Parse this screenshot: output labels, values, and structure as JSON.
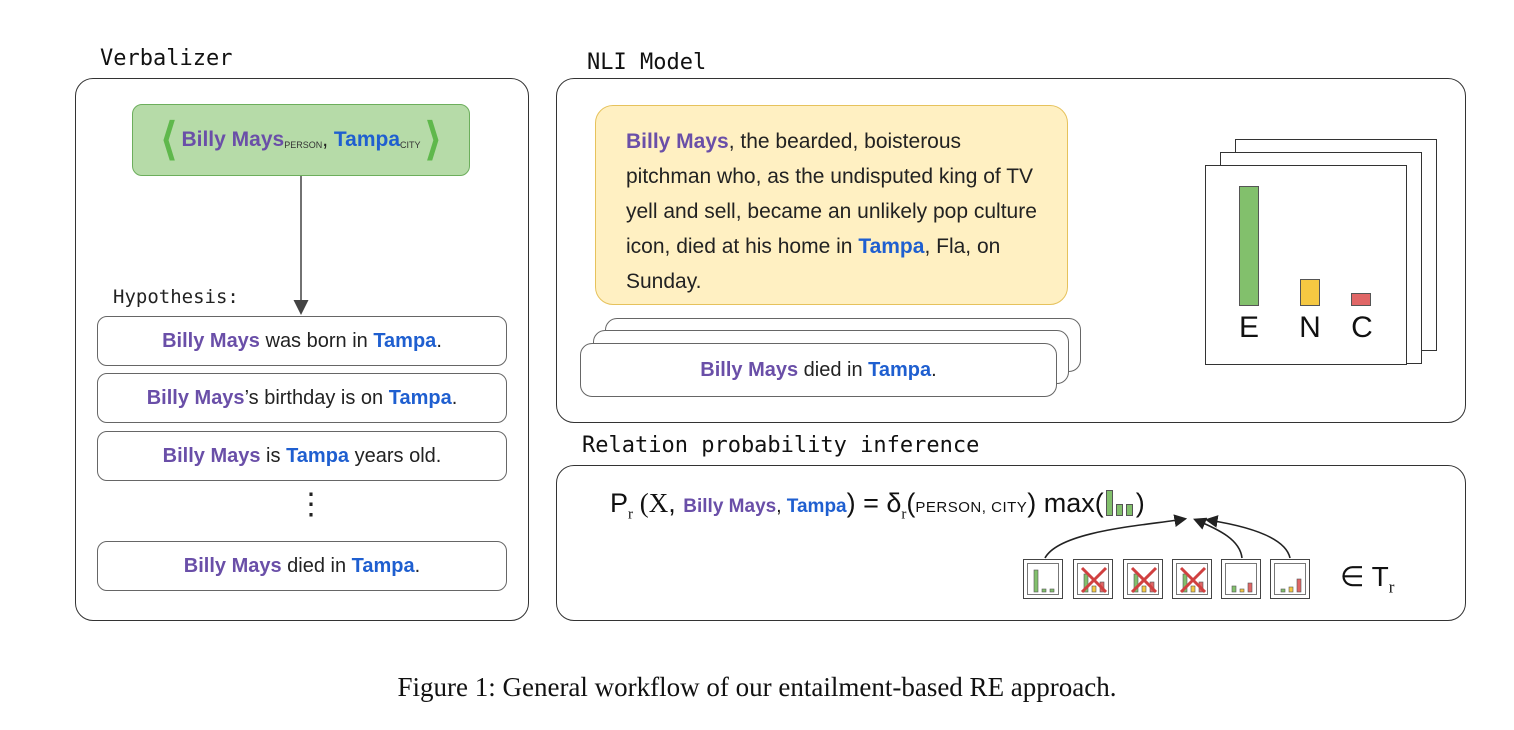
{
  "verbalizer": {
    "title": "Verbalizer",
    "input": {
      "open_bracket": "⟨",
      "close_bracket": "⟩",
      "entity1": "Billy Mays",
      "entity1_type": "PERSON",
      "separator": ", ",
      "entity2": "Tampa",
      "entity2_type": "CITY"
    },
    "hypothesis_label": "Hypothesis:",
    "hypotheses": [
      {
        "e1": "Billy Mays",
        "mid": " was born in ",
        "e2": "Tampa",
        "end": "."
      },
      {
        "e1": "Billy Mays",
        "mid": "’s birthday is on ",
        "e2": "Tampa",
        "end": "."
      },
      {
        "e1": "Billy Mays",
        "mid": " is ",
        "e2": "Tampa",
        "end": " years old."
      },
      {
        "e1": "Billy Mays",
        "mid": " died in ",
        "e2": "Tampa",
        "end": "."
      }
    ],
    "ellipsis": "⋮"
  },
  "nli": {
    "title": "NLI Model",
    "premise": {
      "e1": "Billy Mays",
      "part1": ", the bearded, boisterous pitchman who, as the undisputed king of TV yell and sell, became an unlikely pop culture icon, died at his home in ",
      "e2": "Tampa",
      "part2": ", Fla, on Sunday."
    },
    "hypothesis": {
      "e1": "Billy Mays",
      "mid": " died in ",
      "e2": "Tampa",
      "end": "."
    },
    "labels": [
      "E",
      "N",
      "C"
    ],
    "probabilities": [
      0.9,
      0.2,
      0.1
    ],
    "colors": {
      "E": "#82c06c",
      "N": "#f5c842",
      "C": "#e06666"
    }
  },
  "inference": {
    "title": "Relation probability inference",
    "formula": {
      "p": "P",
      "r_sub": "r",
      "open": " (",
      "x": "X",
      "comma1": ", ",
      "e1": "Billy Mays",
      "comma2": ", ",
      "e2": "Tampa",
      "close_eq": ") = ",
      "delta": "δ",
      "delta_sub": "r",
      "args_open": "(",
      "type1": "PERSON",
      "args_comma": ", ",
      "type2": "CITY",
      "args_close": ")",
      "max": " max(",
      "max_close": ")"
    },
    "templates": [
      "valid",
      "invalid",
      "invalid",
      "invalid",
      "valid",
      "valid"
    ],
    "membership": "∈ T",
    "membership_sub": "r"
  },
  "caption": "Figure 1: General workflow of our entailment-based RE approach."
}
